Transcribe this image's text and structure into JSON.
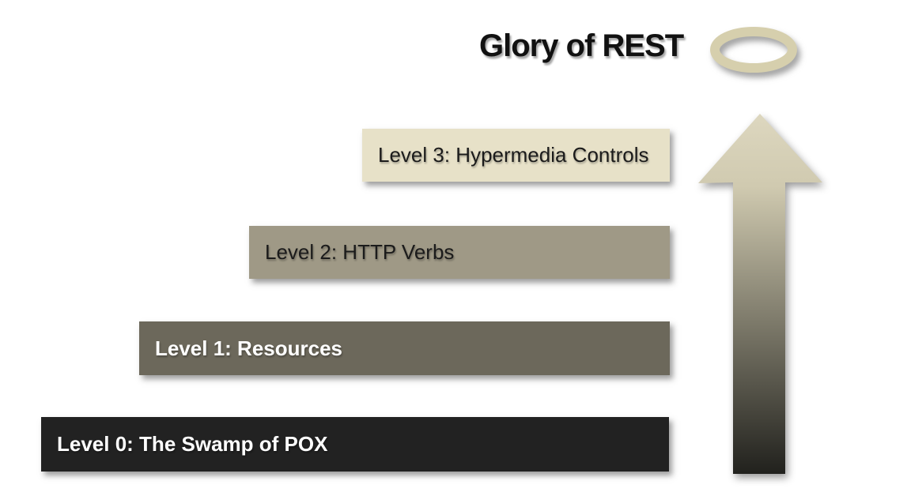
{
  "page": {
    "background": "#ffffff"
  },
  "diagram": {
    "title": {
      "text": "Glory of REST",
      "color": "#111111"
    },
    "halo": {
      "icon": "halo-icon",
      "color": "#d6cfad"
    },
    "arrow": {
      "icon": "up-arrow-icon",
      "gradient_top": "#ddd7bf",
      "gradient_upper": "#d0cab0",
      "gradient_bottom": "#21211d"
    },
    "levels": [
      {
        "label": "Level 3: Hypermedia Controls",
        "bg": "#e7e1c8",
        "color": "#1b1b1b",
        "bold": false
      },
      {
        "label": "Level 2: HTTP Verbs",
        "bg": "#9f9986",
        "color": "#1b1b1b",
        "bold": false
      },
      {
        "label": "Level 1: Resources",
        "bg": "#6c685b",
        "color": "#ffffff",
        "bold": true
      },
      {
        "label": "Level 0: The Swamp of POX",
        "bg": "#222222",
        "color": "#ffffff",
        "bold": true
      }
    ]
  }
}
